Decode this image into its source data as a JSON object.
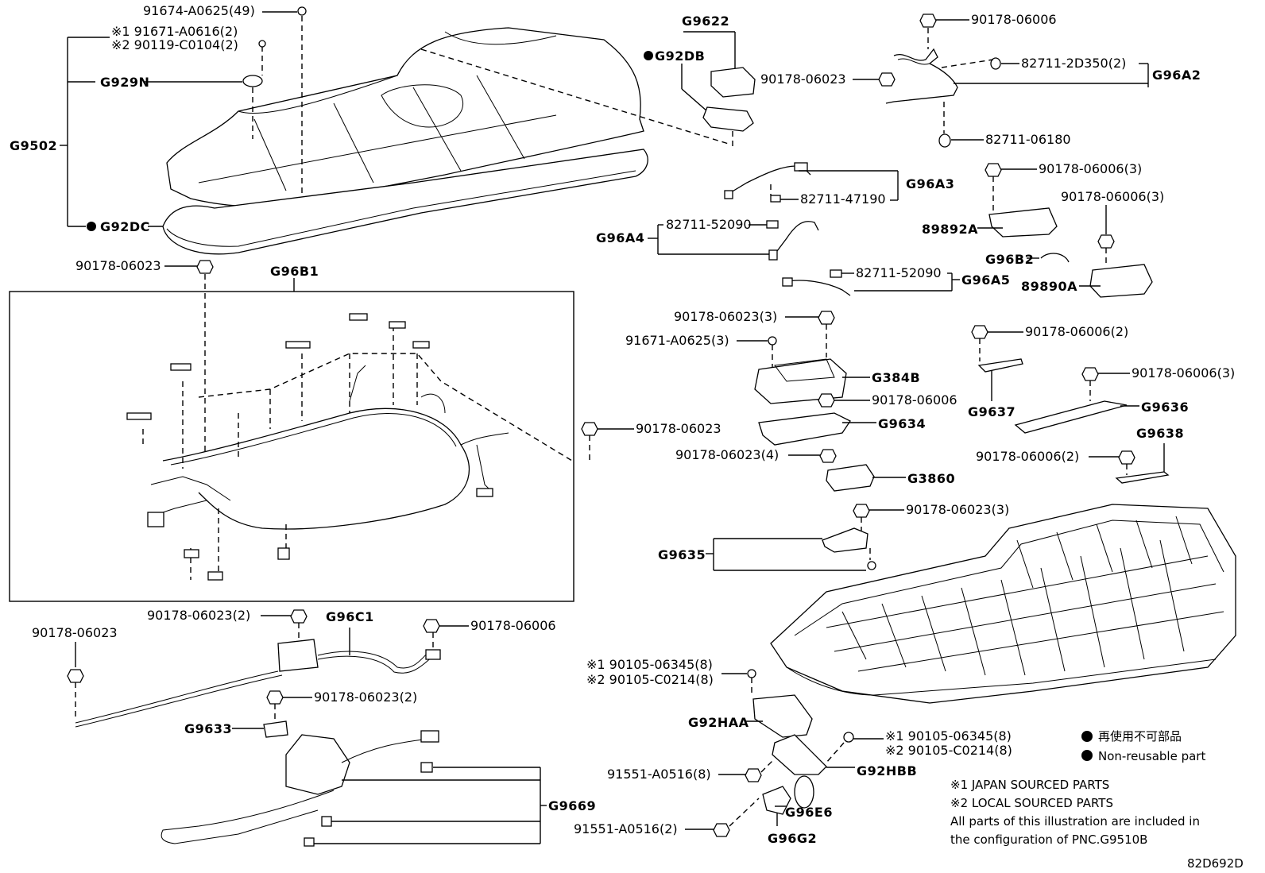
{
  "labels": {
    "p91674_A0625": "91674-A0625(49)",
    "p91671_A0616": "※1 91671-A0616(2)",
    "p90119_C0104": "※2 90119-C0104(2)",
    "g929n": "G929N",
    "g9502": "G9502",
    "g92dc": "G92DC",
    "p90178_06023_a": "90178-06023",
    "g96b1": "G96B1",
    "g9622": "G9622",
    "g92db": "G92DB",
    "p90178_06006_a": "90178-06006",
    "p90178_06023_b": "90178-06023",
    "p82711_2D350": "82711-2D350(2)",
    "g96a2": "G96A2",
    "p82711_06180": "82711-06180",
    "p82711_47190": "82711-47190",
    "g96a3": "G96A3",
    "p82711_52090_a": "82711-52090",
    "g96a4": "G96A4",
    "p90178_06006_3a": "90178-06006(3)",
    "p89892A": "89892A",
    "p90178_06006_3b": "90178-06006(3)",
    "g96b2": "G96B2",
    "p89890A": "89890A",
    "p82711_52090_b": "82711-52090",
    "g96a5": "G96A5",
    "p90178_06023_3a": "90178-06023(3)",
    "p91671_A0625_3": "91671-A0625(3)",
    "g384b": "G384B",
    "p90178_06006_b": "90178-06006",
    "g9634": "G9634",
    "p90178_06023_c": "90178-06023",
    "p90178_06023_4": "90178-06023(4)",
    "g3860": "G3860",
    "p90178_06006_2a": "90178-06006(2)",
    "g9637": "G9637",
    "p90178_06006_3c": "90178-06006(3)",
    "g9636": "G9636",
    "g9638": "G9638",
    "p90178_06006_2b": "90178-06006(2)",
    "p90178_06023_3b": "90178-06023(3)",
    "g9635": "G9635",
    "p90178_06023_2a": "90178-06023(2)",
    "g96c1": "G96C1",
    "p90178_06006_c": "90178-06006",
    "p90178_06023_d": "90178-06023",
    "p90178_06023_2b": "90178-06023(2)",
    "g9633": "G9633",
    "g9669": "G9669",
    "p90105_06345_a": "※1 90105-06345(8)",
    "p90105_C0214_a": "※2 90105-C0214(8)",
    "g92haa": "G92HAA",
    "p90105_06345_b": "※1 90105-06345(8)",
    "p90105_C0214_b": "※2 90105-C0214(8)",
    "g92hbb": "G92HBB",
    "p91551_A0516_8": "91551-A0516(8)",
    "g96e6": "G96E6",
    "p91551_A0516_2": "91551-A0516(2)",
    "g96g2": "G96G2"
  },
  "legend": {
    "jp": "再使用不可部品",
    "en": "Non-reusable part",
    "note1": "※1 JAPAN SOURCED PARTS",
    "note2": "※2 LOCAL SOURCED PARTS",
    "note3": "All parts of this illustration are included in",
    "note4": "the configuration of PNC.G9510B"
  },
  "diagram_id": "82D692D"
}
